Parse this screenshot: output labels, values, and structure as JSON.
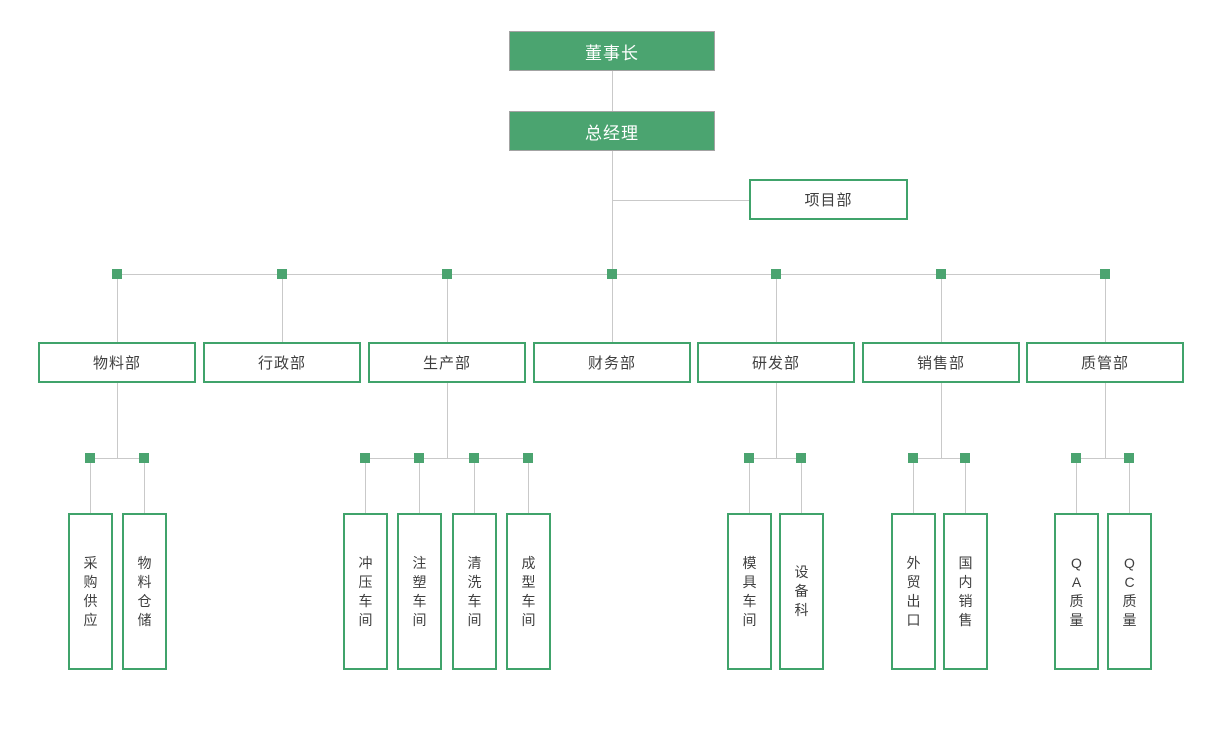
{
  "chart": {
    "type": "org-chart",
    "chairman": "董事长",
    "general_manager": "总经理",
    "project_dept": "项目部",
    "departments": [
      {
        "name": "物料部",
        "children": [
          "采购供应",
          "物料仓储"
        ]
      },
      {
        "name": "行政部",
        "children": []
      },
      {
        "name": "生产部",
        "children": [
          "冲压车间",
          "注塑车间",
          "清洗车间",
          "成型车间"
        ]
      },
      {
        "name": "财务部",
        "children": []
      },
      {
        "name": "研发部",
        "children": [
          "模具车间",
          "设备科"
        ]
      },
      {
        "name": "销售部",
        "children": [
          "外贸出口",
          "国内销售"
        ]
      },
      {
        "name": "质管部",
        "children": [
          "QA质量",
          "QC质量"
        ]
      }
    ],
    "colors": {
      "filled_node": "#4ba470",
      "outline_border": "#40a36b",
      "junction_marker": "#4ba470",
      "connector": "#c9c9c9",
      "filled_text": "#ffffff",
      "outline_text": "#3f3f3f"
    }
  }
}
